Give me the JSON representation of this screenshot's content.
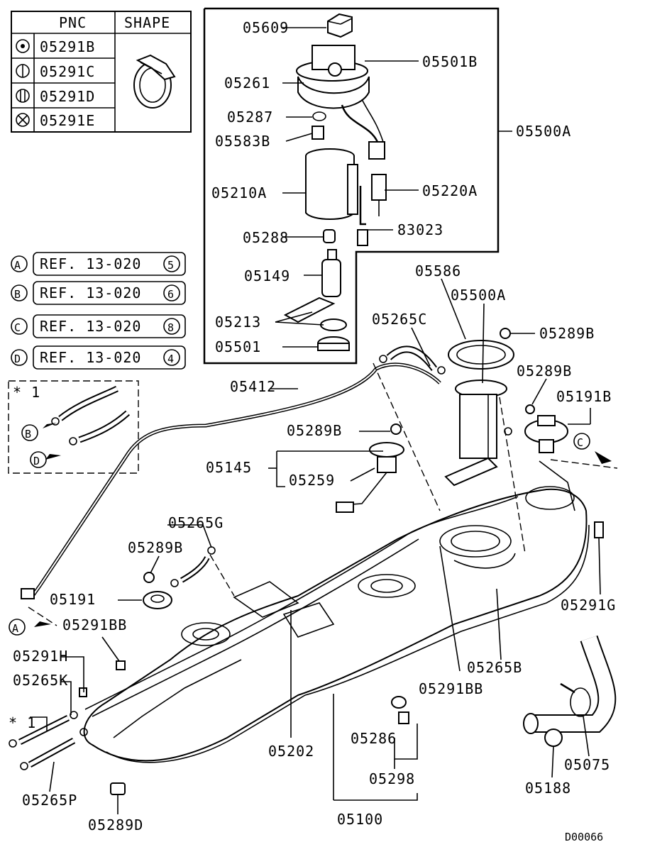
{
  "legend": {
    "headers": [
      "PNC",
      "SHAPE"
    ],
    "rows": [
      {
        "symbol": "circle-dot",
        "pnc": "05291B"
      },
      {
        "symbol": "circle-bar",
        "pnc": "05291C"
      },
      {
        "symbol": "circle-double-bar",
        "pnc": "05291D"
      },
      {
        "symbol": "circle-cross",
        "pnc": "05291E"
      }
    ]
  },
  "references": [
    {
      "letter": "A",
      "text": "REF. 13-020",
      "num": "5"
    },
    {
      "letter": "B",
      "text": "REF. 13-020",
      "num": "6"
    },
    {
      "letter": "C",
      "text": "REF. 13-020",
      "num": "8"
    },
    {
      "letter": "D",
      "text": "REF. 13-020",
      "num": "4"
    }
  ],
  "inset_note": {
    "star": "* 1",
    "arrow_b": "B",
    "arrow_d": "D"
  },
  "labels": {
    "p05609": "05609",
    "p05501B": "05501B",
    "p05261": "05261",
    "p05287": "05287",
    "p05583B": "05583B",
    "p05500A_box": "05500A",
    "p05210A": "05210A",
    "p05220A": "05220A",
    "p05288": "05288",
    "p83023": "83023",
    "p05149": "05149",
    "p05213": "05213",
    "p05501": "05501",
    "p05586": "05586",
    "p05500A": "05500A",
    "p05265C": "05265C",
    "p05289B_a": "05289B",
    "p05289B_b": "05289B",
    "p05191B": "05191B",
    "p05412": "05412",
    "p05289B_c": "05289B",
    "p05145": "05145",
    "p05259": "05259",
    "p05265G": "05265G",
    "p05289B_d": "05289B",
    "p05191": "05191",
    "p05291BB_a": "05291BB",
    "p05291H": "05291H",
    "p05265K": "05265K",
    "p_star1": "* 1",
    "p05265P": "05265P",
    "p05289D": "05289D",
    "p05202": "05202",
    "p05286": "05286",
    "p05298": "05298",
    "p05100": "05100",
    "p05291BB_b": "05291BB",
    "p05265B": "05265B",
    "p05291G": "05291G",
    "p05075": "05075",
    "p05188": "05188",
    "callout_A": "A",
    "callout_C": "C",
    "diagram_id": "D00066"
  }
}
